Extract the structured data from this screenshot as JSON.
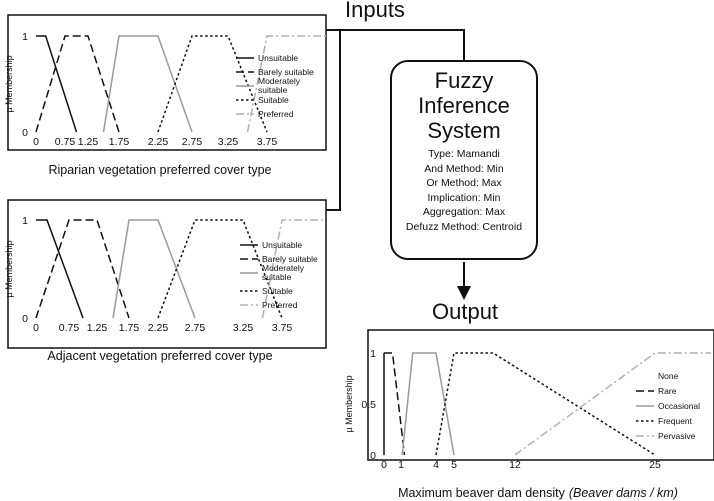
{
  "labels": {
    "inputs": "Inputs",
    "output": "Output"
  },
  "fis": {
    "title": "Fuzzy Inference System",
    "params": [
      "Type: Mamandi",
      "And Method: Min",
      "Or Method: Max",
      "Implication: Min",
      "Aggregation: Max",
      "Defuzz Method: Centroid"
    ]
  },
  "chart_data": [
    {
      "type": "line",
      "xlabel": "Riparian vegetation preferred cover type",
      "ylabel": "µ Membership",
      "xticks": [
        "0",
        "0.75",
        "1.25",
        "1.75",
        "2.25",
        "2.75",
        "3.25",
        "3.75"
      ],
      "yticks": [
        "0",
        "1"
      ],
      "xlim": [
        0,
        4
      ],
      "ylim": [
        0,
        1
      ],
      "legend": "inside-right",
      "series": [
        {
          "name": "Unsuitable",
          "style": "solid",
          "color": "#111111",
          "x": [
            0,
            0.25,
            1
          ],
          "y": [
            1,
            1,
            0
          ]
        },
        {
          "name": "Barely suitable",
          "style": "dashed",
          "color": "#111111",
          "x": [
            0,
            0.75,
            1.25,
            1.75
          ],
          "y": [
            0,
            1,
            1,
            0
          ]
        },
        {
          "name": "Moderately suitable",
          "style": "solid",
          "color": "#9a9a9a",
          "x": [
            1.5,
            1.75,
            2.25,
            2.75
          ],
          "y": [
            0,
            1,
            1,
            0
          ]
        },
        {
          "name": "Suitable",
          "style": "dotted",
          "color": "#111111",
          "x": [
            2.25,
            2.75,
            3.25,
            3.75
          ],
          "y": [
            0,
            1,
            1,
            0
          ]
        },
        {
          "name": "Preferred",
          "style": "dashdot",
          "color": "#b0b0b0",
          "x": [
            3.5,
            3.75,
            4
          ],
          "y": [
            0,
            1,
            1
          ]
        }
      ]
    },
    {
      "type": "line",
      "xlabel": "Adjacent vegetation preferred cover type",
      "ylabel": "µ Membership",
      "xticks": [
        "0",
        "0.75",
        "1.25",
        "1.75",
        "2.25",
        "2.75",
        "3.25",
        "3.75"
      ],
      "yticks": [
        "0",
        "1"
      ],
      "xlim": [
        0,
        4
      ],
      "ylim": [
        0,
        1
      ],
      "legend": "inside-right",
      "series": [
        {
          "name": "Unsuitable",
          "style": "solid",
          "color": "#111111",
          "x": [
            0,
            0.25,
            1
          ],
          "y": [
            1,
            1,
            0
          ]
        },
        {
          "name": "Barely suitable",
          "style": "dashed",
          "color": "#111111",
          "x": [
            0,
            0.75,
            1.25,
            1.75
          ],
          "y": [
            0,
            1,
            1,
            0
          ]
        },
        {
          "name": "Moderately suitable",
          "style": "solid",
          "color": "#9a9a9a",
          "x": [
            1.5,
            1.75,
            2.25,
            2.75
          ],
          "y": [
            0,
            1,
            1,
            0
          ]
        },
        {
          "name": "Suitable",
          "style": "dotted",
          "color": "#111111",
          "x": [
            2.25,
            2.75,
            3.25,
            3.75
          ],
          "y": [
            0,
            1,
            1,
            0
          ]
        },
        {
          "name": "Preferred",
          "style": "dashdot",
          "color": "#b0b0b0",
          "x": [
            3.5,
            3.75,
            4
          ],
          "y": [
            0,
            1,
            1
          ]
        }
      ]
    },
    {
      "type": "line",
      "xlabel": "Maximum beaver dam density",
      "xlabel_italic": "(Beaver dams / km)",
      "ylabel": "µ Membership",
      "xticks": [
        "0",
        "1",
        "4",
        "5",
        "12",
        "25"
      ],
      "yticks": [
        "0",
        "0.5",
        "1"
      ],
      "xlim": [
        0,
        30
      ],
      "ylim": [
        0,
        1
      ],
      "legend": "inside-right",
      "series": [
        {
          "name": "None",
          "style": "solid",
          "color": "#111111",
          "x": [
            0,
            0
          ],
          "y": [
            1,
            0
          ]
        },
        {
          "name": "Rare",
          "style": "dashed",
          "color": "#111111",
          "x": [
            0,
            0.5,
            1.3
          ],
          "y": [
            1,
            1,
            0
          ]
        },
        {
          "name": "Occasional",
          "style": "solid",
          "color": "#9a9a9a",
          "x": [
            1.1,
            2,
            4,
            5
          ],
          "y": [
            0,
            1,
            1,
            0
          ]
        },
        {
          "name": "Frequent",
          "style": "dotted",
          "color": "#111111",
          "x": [
            4,
            5,
            9.5,
            25
          ],
          "y": [
            0,
            1,
            1,
            0
          ]
        },
        {
          "name": "Pervasive",
          "style": "dashdot",
          "color": "#b0b0b0",
          "x": [
            12,
            25,
            30
          ],
          "y": [
            0,
            1,
            1
          ]
        }
      ]
    }
  ]
}
